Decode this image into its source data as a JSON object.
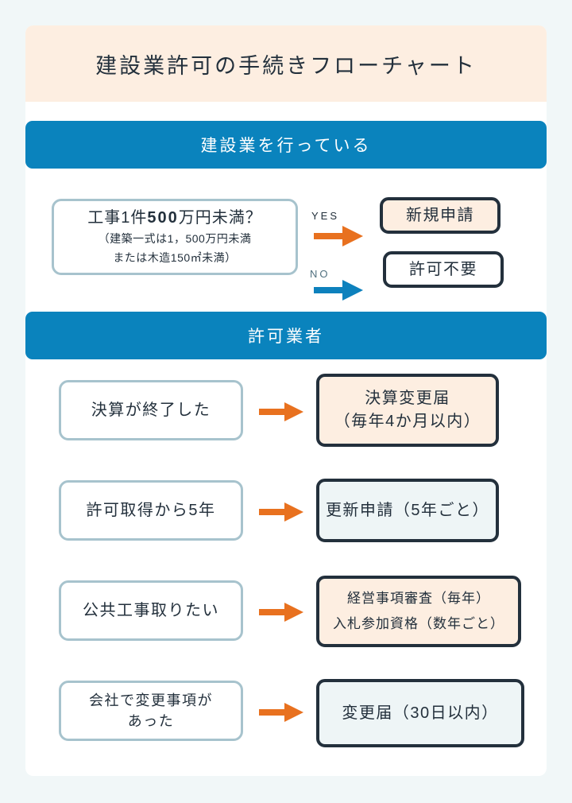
{
  "title": "建設業許可の手続きフローチャート",
  "colors": {
    "page_background": "#f1f7f8",
    "card_background": "#ffffff",
    "title_band": "#fdeee1",
    "section_bar": "#0a83bd",
    "arrow_orange": "#e8711f",
    "arrow_blue": "#0d81bd",
    "box_light_border": "#a7c3cd",
    "box_dark_border": "#23303c",
    "fill_peach": "#fdeee1",
    "fill_pale": "#eef5f6",
    "text_dark": "#23303c"
  },
  "sections": [
    {
      "id": "section-1",
      "label": "建設業を行っている"
    },
    {
      "id": "section-2",
      "label": "許可業者"
    }
  ],
  "decision": {
    "main": "工事1件",
    "main_bold": "500",
    "main_tail": "万円未満？",
    "sub_line_1": "（建築一式は1，500万円未満",
    "sub_line_2": "または木造150㎡未満）"
  },
  "branches": [
    {
      "label": "YES",
      "arrow_icon": "arrow-right-icon",
      "arrow_color": "#e8711f",
      "outcome": "新規申請",
      "outcome_fill": "#fdeee1"
    },
    {
      "label": "NO",
      "arrow_icon": "arrow-right-icon",
      "arrow_color": "#0d81bd",
      "outcome": "許可不要",
      "outcome_fill": "#ffffff"
    }
  ],
  "rows": [
    {
      "condition": "決算が終了した",
      "condition_line_2": "",
      "arrow_icon": "arrow-right-icon",
      "result_line_1": "決算変更届",
      "result_line_2": "（毎年4か月以内）",
      "result_fill": "#fdeee1"
    },
    {
      "condition": "許可取得から5年",
      "condition_line_2": "",
      "arrow_icon": "arrow-right-icon",
      "result_line_1": "更新申請（5年ごと）",
      "result_line_2": "",
      "result_fill": "#eef5f6"
    },
    {
      "condition": "公共工事取りたい",
      "condition_line_2": "",
      "arrow_icon": "arrow-right-icon",
      "result_line_1": "経営事項審査（毎年）",
      "result_line_2": "入札参加資格（数年ごと）",
      "result_fill": "#fdeee1"
    },
    {
      "condition": "会社で変更事項が",
      "condition_line_2": "あった",
      "arrow_icon": "arrow-right-icon",
      "result_line_1": "変更届（30日以内）",
      "result_line_2": "",
      "result_fill": "#eef5f6"
    }
  ]
}
